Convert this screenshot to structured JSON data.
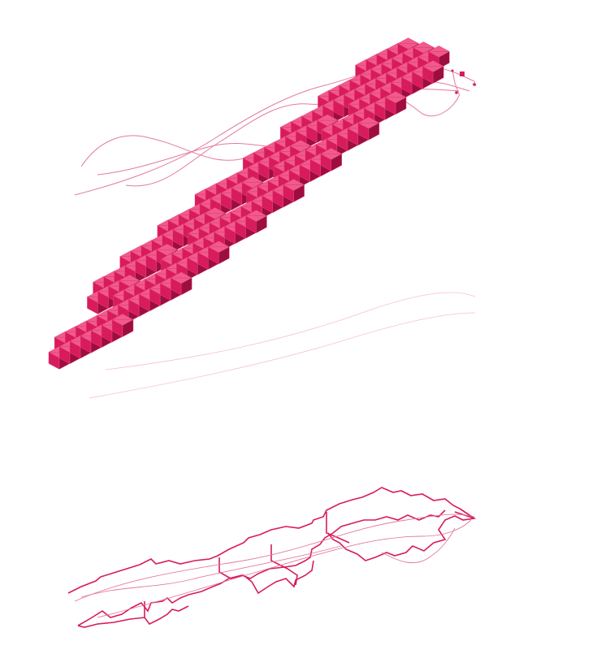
{
  "colors": {
    "background": "#ffffff",
    "accent": "#d81b5c",
    "accent_light": "#e8477e",
    "accent_dark": "#9c0e3f",
    "accent_top": "#f25a8c",
    "thin_line": "#e47aa0"
  },
  "panels": [
    {
      "name": "curves-panel",
      "description_visible": false
    },
    {
      "name": "voxel-panel",
      "description_visible": false
    },
    {
      "name": "outline-panel",
      "description_visible": false
    }
  ]
}
